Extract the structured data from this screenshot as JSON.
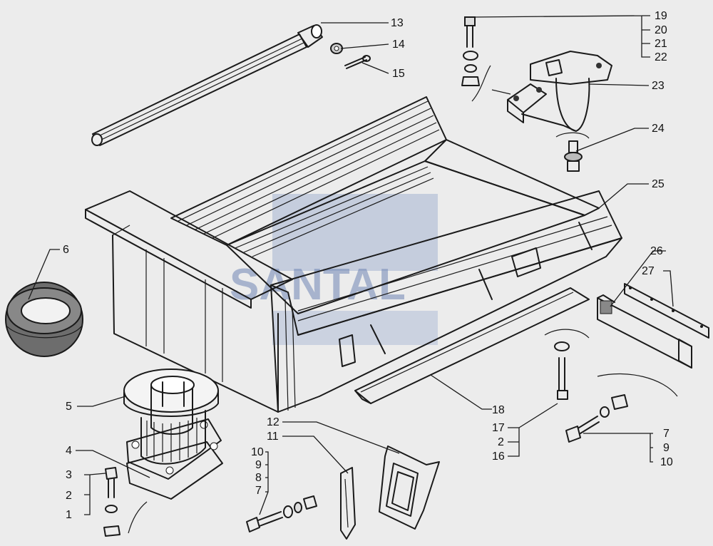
{
  "watermark": {
    "text": "SANTAL",
    "color": "#6f86b4"
  },
  "callouts": [
    {
      "id": "13",
      "text": "13"
    },
    {
      "id": "14",
      "text": "14"
    },
    {
      "id": "15",
      "text": "15"
    },
    {
      "id": "19",
      "text": "19"
    },
    {
      "id": "20",
      "text": "20"
    },
    {
      "id": "21",
      "text": "21"
    },
    {
      "id": "22",
      "text": "22"
    },
    {
      "id": "23",
      "text": "23"
    },
    {
      "id": "24",
      "text": "24"
    },
    {
      "id": "25",
      "text": "25"
    },
    {
      "id": "6",
      "text": "6"
    },
    {
      "id": "26",
      "text": "26"
    },
    {
      "id": "27",
      "text": "27"
    },
    {
      "id": "5",
      "text": "5"
    },
    {
      "id": "18",
      "text": "18"
    },
    {
      "id": "12",
      "text": "12"
    },
    {
      "id": "11",
      "text": "11"
    },
    {
      "id": "17",
      "text": "17"
    },
    {
      "id": "2b",
      "text": "2"
    },
    {
      "id": "16",
      "text": "16"
    },
    {
      "id": "7b",
      "text": "7"
    },
    {
      "id": "9b",
      "text": "9"
    },
    {
      "id": "10b",
      "text": "10"
    },
    {
      "id": "4",
      "text": "4"
    },
    {
      "id": "10a",
      "text": "10"
    },
    {
      "id": "9a",
      "text": "9"
    },
    {
      "id": "8",
      "text": "8"
    },
    {
      "id": "7a",
      "text": "7"
    },
    {
      "id": "3",
      "text": "3"
    },
    {
      "id": "2a",
      "text": "2"
    },
    {
      "id": "1",
      "text": "1"
    }
  ]
}
